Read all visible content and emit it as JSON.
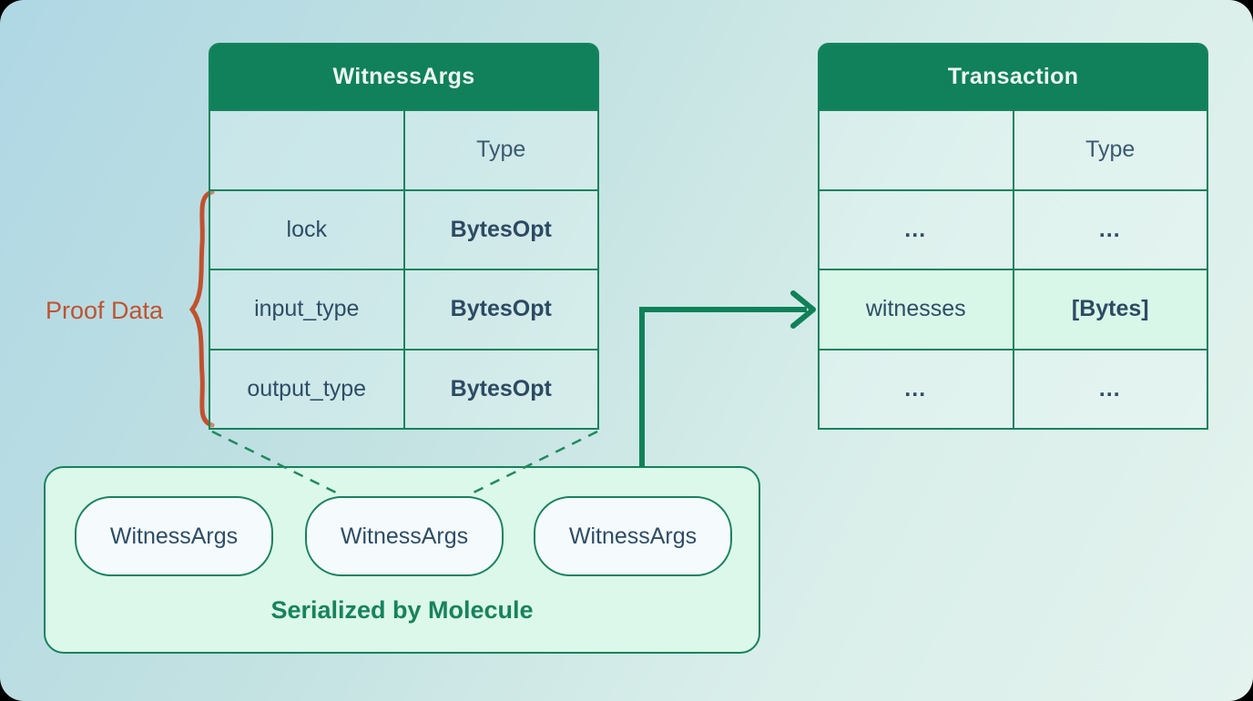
{
  "diagram": {
    "left_table": {
      "title": "WitnessArgs",
      "type_header": "Type",
      "rows": [
        {
          "field": "lock",
          "type": "BytesOpt"
        },
        {
          "field": "input_type",
          "type": "BytesOpt"
        },
        {
          "field": "output_type",
          "type": "BytesOpt"
        }
      ]
    },
    "right_table": {
      "title": "Transaction",
      "type_header": "Type",
      "rows": [
        {
          "field": "…",
          "type": "…"
        },
        {
          "field": "witnesses",
          "type": "[Bytes]"
        },
        {
          "field": "…",
          "type": "…"
        }
      ],
      "highlighted_row": "witnesses"
    },
    "proof_data_label": "Proof Data",
    "serialized_box": {
      "pills": [
        "WitnessArgs",
        "WitnessArgs",
        "WitnessArgs"
      ],
      "caption": "Serialized by Molecule"
    },
    "colors": {
      "header_green": "#10815A",
      "border_green": "#15835C",
      "arrow_green": "#0F8158",
      "navy_text": "#2E4D66",
      "orange_annotation": "#BF5330",
      "mint_box_bg": "#DCF8EA",
      "pill_bg": "#F5FBFD",
      "highlight_row_bg": "#D8F7E8",
      "bg_gradient_start": "#AFD7E4",
      "bg_gradient_end": "#E4F3EE"
    }
  }
}
